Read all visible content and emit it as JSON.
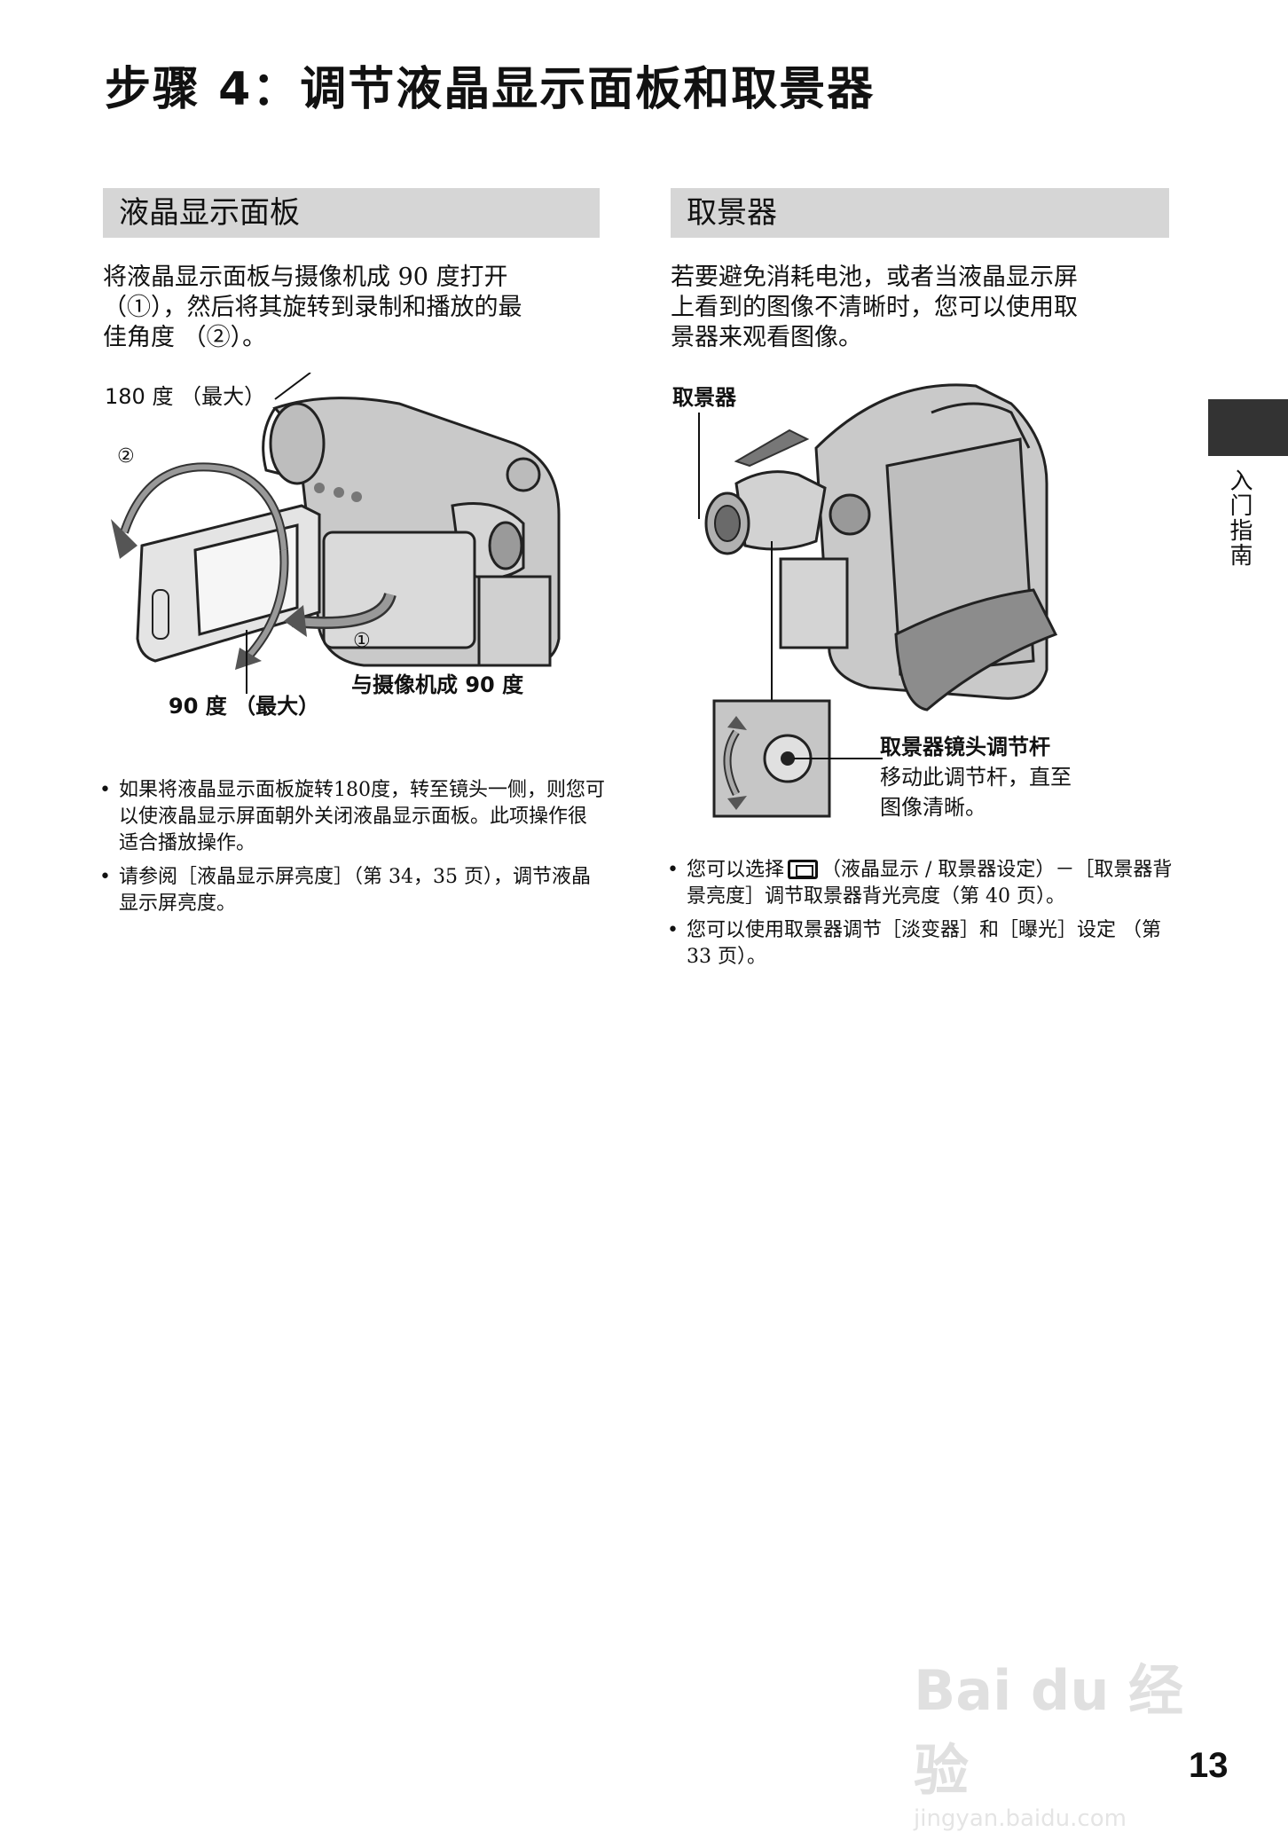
{
  "page": {
    "title": "步骤 4：调节液晶显示面板和取景器",
    "side_tab_label": "入门指南",
    "page_number": "13"
  },
  "left": {
    "heading": "液晶显示面板",
    "paragraph": [
      "将液晶显示面板与摄像机成 90 度打开",
      "（①），然后将其旋转到录制和播放的最",
      "佳角度 （②）。"
    ],
    "figure": {
      "label_180": "180 度 （最大）",
      "label_90": "90 度 （最大）",
      "label_open": "与摄像机成 90 度",
      "marker_1": "①",
      "marker_2": "②"
    },
    "bullets": [
      "如果将液晶显示面板旋转180度，转至镜头一侧，则您可以使液晶显示屏面朝外关闭液晶显示面板。此项操作很适合播放操作。",
      "请参阅［液晶显示屏亮度］（第 34，35 页），调节液晶显示屏亮度。"
    ]
  },
  "right": {
    "heading": "取景器",
    "paragraph": [
      "若要避免消耗电池，或者当液晶显示屏",
      "上看到的图像不清晰时，您可以使用取",
      "景器来观看图像。"
    ],
    "figure": {
      "label_viewfinder": "取景器",
      "lever_title": "取景器镜头调节杆",
      "lever_desc_1": "移动此调节杆，直至",
      "lever_desc_2": "图像清晰。"
    },
    "bullets": {
      "b1_pre": "您可以选择",
      "b1_icon": "lcd-viewfinder-setting-icon",
      "b1_post": "（液晶显示 / 取景器设定）－［取景器背景亮度］调节取景器背光亮度（第 40 页）。",
      "b2": "您可以使用取景器调节［淡变器］和［曝光］设定 （第 33 页）。"
    }
  },
  "watermark": {
    "logo": "Bai du 经验",
    "url": "jingyan.baidu.com"
  },
  "colors": {
    "section_header_bg": "#d6d6d6",
    "side_tab_bg": "#333333",
    "camera_fill": "#c9c9c9"
  }
}
